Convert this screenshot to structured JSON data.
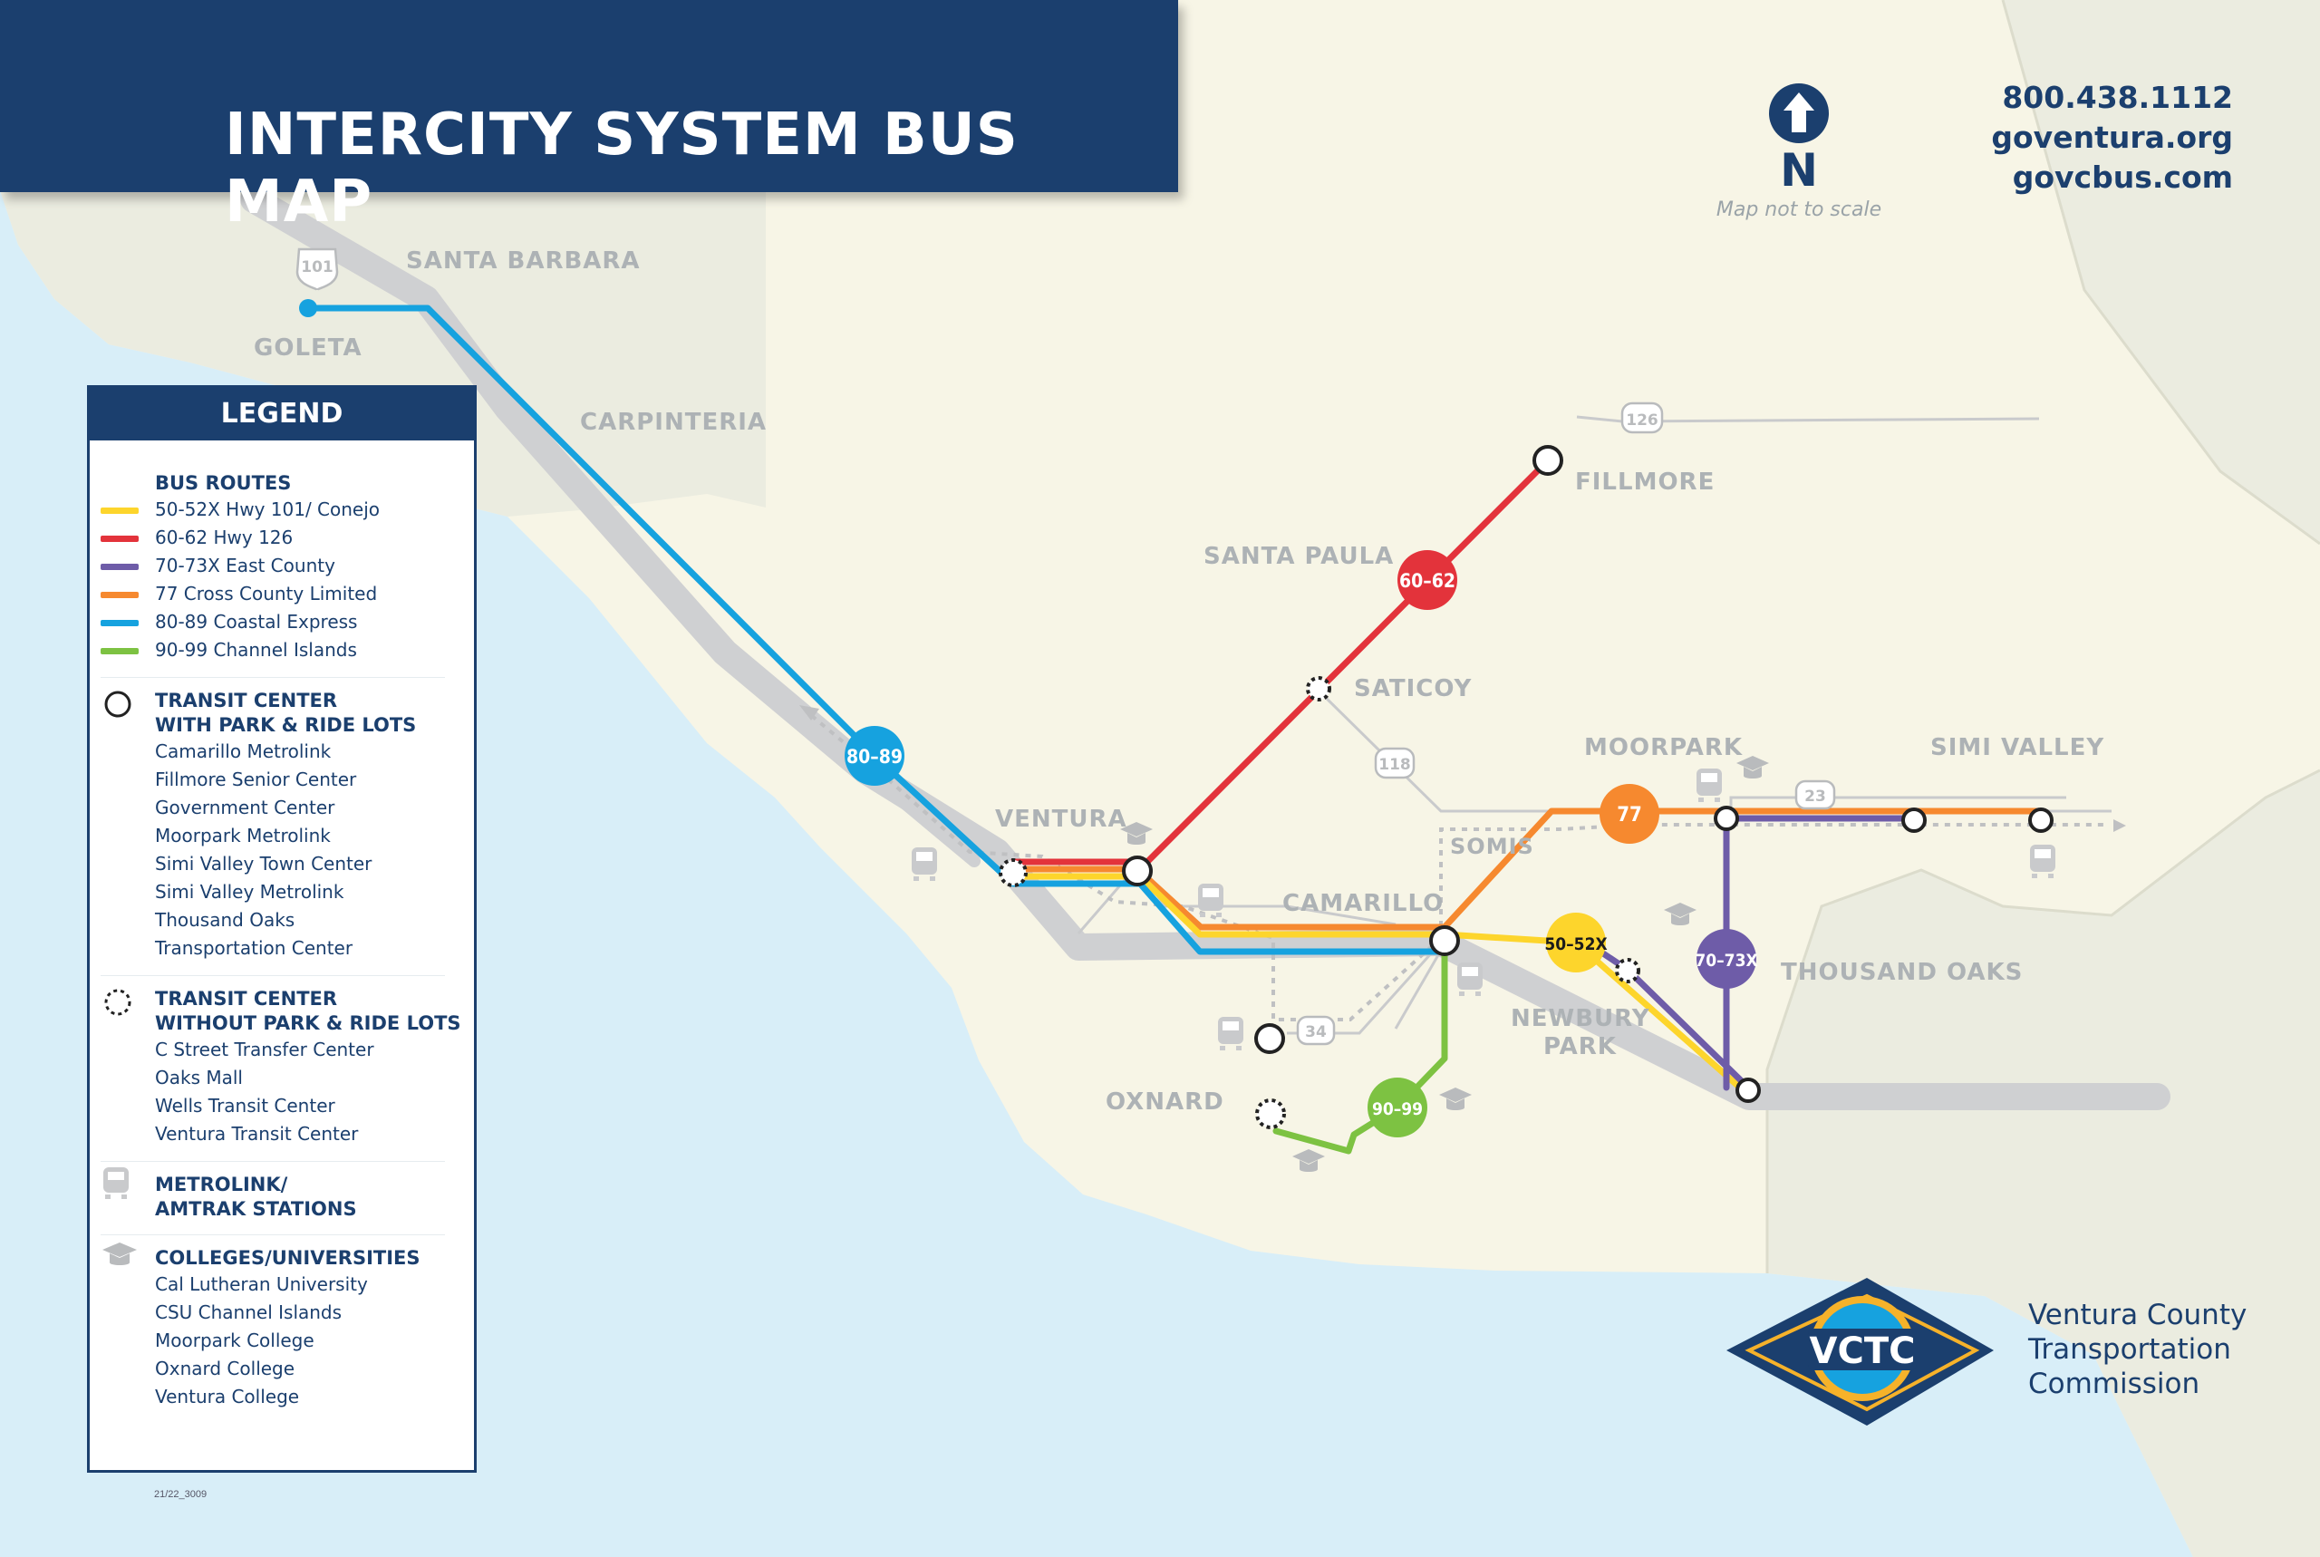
{
  "title": "INTERCITY SYSTEM BUS MAP",
  "contact": {
    "phone": "800.438.1112",
    "site1": "goventura.org",
    "site2": "govcbus.com"
  },
  "north": {
    "letter": "N",
    "scale_note": "Map not to scale"
  },
  "legend": {
    "title": "LEGEND",
    "bus_routes_title": "BUS ROUTES",
    "routes": [
      {
        "label": "50-52X Hwy 101/ Conejo",
        "color": "#fdd52c"
      },
      {
        "label": "60-62 Hwy 126",
        "color": "#e3333b"
      },
      {
        "label": "70-73X East County",
        "color": "#6e5ca8"
      },
      {
        "label": "77 Cross County Limited",
        "color": "#f6892f"
      },
      {
        "label": "80-89 Coastal Express",
        "color": "#16a2df"
      },
      {
        "label": "90-99 Channel Islands",
        "color": "#7dc242"
      }
    ],
    "tc_park_title": "TRANSIT CENTER",
    "tc_park_title2": "WITH PARK & RIDE LOTS",
    "tc_park_items": [
      "Camarillo Metrolink",
      "Fillmore Senior Center",
      "Government Center",
      "Moorpark Metrolink",
      "Simi Valley Town Center",
      "Simi Valley Metrolink",
      "Thousand Oaks",
      "Transportation Center"
    ],
    "tc_nopark_title": "TRANSIT CENTER",
    "tc_nopark_title2": "WITHOUT PARK & RIDE LOTS",
    "tc_nopark_items": [
      "C Street Transfer Center",
      "Oaks Mall",
      "Wells Transit Center",
      "Ventura Transit Center"
    ],
    "metro_title": "METROLINK/",
    "metro_title2": "AMTRAK STATIONS",
    "college_title": "COLLEGES/UNIVERSITIES",
    "college_items": [
      "Cal Lutheran University",
      "CSU Channel Islands",
      "Moorpark College",
      "Oxnard College",
      "Ventura College"
    ]
  },
  "places": {
    "santa_barbara": "SANTA BARBARA",
    "goleta": "GOLETA",
    "carpinteria": "CARPINTERIA",
    "fillmore": "FILLMORE",
    "santa_paula": "SANTA PAULA",
    "saticoy": "SATICOY",
    "ventura": "VENTURA",
    "moorpark": "MOORPARK",
    "simi_valley": "SIMI VALLEY",
    "somis": "SOMIS",
    "camarillo": "CAMARILLO",
    "thousand_oaks": "THOUSAND OAKS",
    "newbury1": "NEWBURY",
    "newbury2": "PARK",
    "oxnard": "OXNARD"
  },
  "highways": {
    "h101": "101",
    "h126": "126",
    "h118": "118",
    "h23": "23",
    "h34": "34"
  },
  "route_badges": {
    "r8089": "80–89",
    "r6062": "60–62",
    "r77": "77",
    "r5052": "50–52X",
    "r7073": "70–73X",
    "r9099": "90–99"
  },
  "agency": {
    "logo_text": "VCTC",
    "name1": "Ventura County",
    "name2": "Transportation",
    "name3": "Commission"
  },
  "footnote": "21/22_3009",
  "colors": {
    "navy": "#1b3f6e",
    "land": "#f7f5e6",
    "land_alt": "#ebece0",
    "ocean": "#d8eef8",
    "freeway": "#cfd0d2"
  }
}
